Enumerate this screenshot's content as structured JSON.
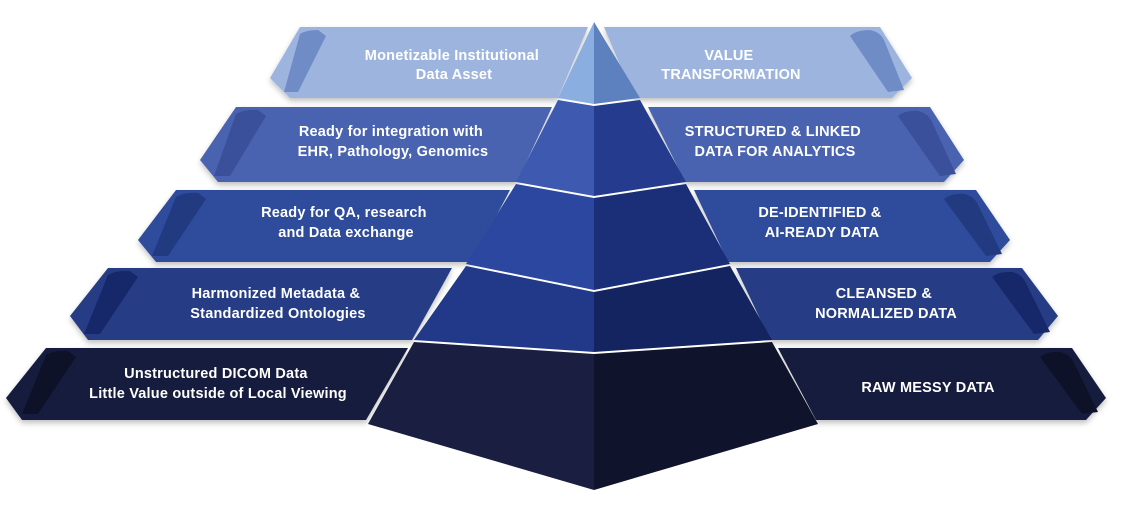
{
  "pyramid": {
    "levels": [
      {
        "left_lines": [
          "Monetizable Institutional",
          "Data Asset"
        ],
        "right_lines": [
          "VALUE",
          "TRANSFORMATION"
        ],
        "colors": {
          "band": "#9db4df",
          "band_edge": "#8aa3d2",
          "tab": "#8ea7d6",
          "tab_dark": "#6f8cc6",
          "pyr_left": "#8aaee0",
          "pyr_right": "#5d80bf"
        }
      },
      {
        "left_lines": [
          "Ready for integration with",
          "EHR, Pathology, Genomics"
        ],
        "right_lines": [
          "STRUCTURED & LINKED",
          "DATA FOR ANALYTICS"
        ],
        "colors": {
          "band": "#4a64b0",
          "band_edge": "#3d56a0",
          "tab": "#5c77c2",
          "tab_dark": "#3a509a",
          "pyr_left": "#3e59b0",
          "pyr_right": "#243b8e"
        }
      },
      {
        "left_lines": [
          "Ready for QA, research",
          "and Data exchange"
        ],
        "right_lines": [
          "DE-IDENTIFIED &",
          "AI-READY DATA"
        ],
        "colors": {
          "band": "#2f4b9c",
          "band_edge": "#273f88",
          "tab": "#3e5bb0",
          "tab_dark": "#223a80",
          "pyr_left": "#2b47a0",
          "pyr_right": "#1a2f78"
        }
      },
      {
        "left_lines": [
          "Harmonized Metadata &",
          "Standardized Ontologies"
        ],
        "right_lines": [
          "CLEANSED &",
          "NORMALIZED DATA"
        ],
        "colors": {
          "band": "#253d86",
          "band_edge": "#1e3272",
          "tab": "#3049a0",
          "tab_dark": "#17286a",
          "pyr_left": "#22398a",
          "pyr_right": "#142460"
        }
      },
      {
        "left_lines": [
          "Unstructured DICOM Data",
          "Little Value outside of Local Viewing"
        ],
        "right_lines": [
          "RAW MESSY DATA"
        ],
        "colors": {
          "band": "#181d3c",
          "band_edge": "#12162f",
          "tab": "#2a3160",
          "tab_dark": "#0e1228",
          "pyr_left": "#1a1e40",
          "pyr_right": "#10132c"
        }
      }
    ]
  }
}
